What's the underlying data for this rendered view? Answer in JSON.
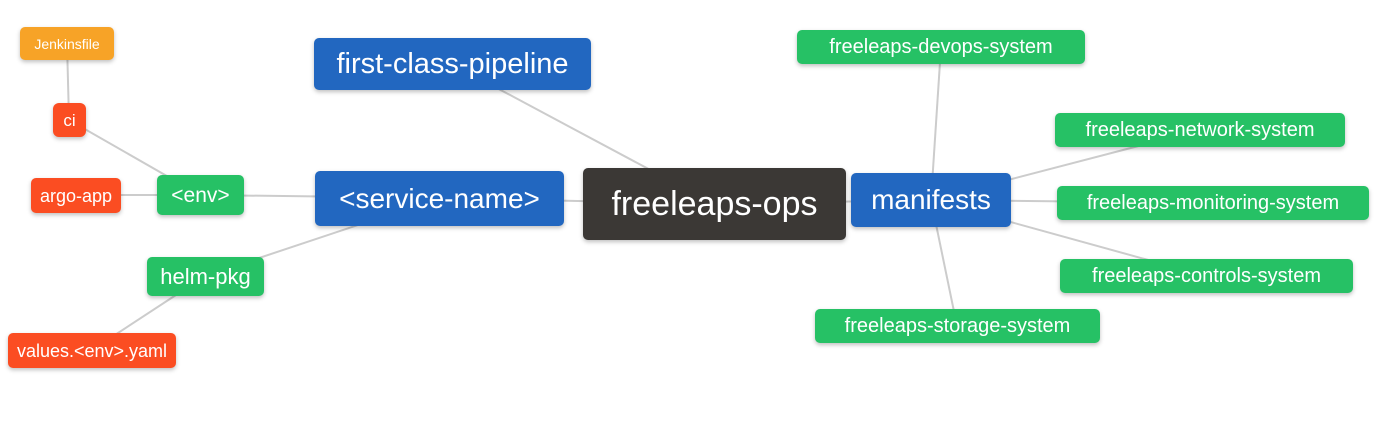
{
  "colors": {
    "green": "#26C165",
    "blue": "#2267C0",
    "dark": "#3B3835",
    "orange": "#F7A327",
    "red": "#FB4D22",
    "line": "#CCCCCC",
    "bg": "#FFFFFF"
  },
  "nodes": {
    "jenkinsfile": {
      "label": "Jenkinsfile",
      "color": "orange"
    },
    "ci": {
      "label": "ci",
      "color": "red"
    },
    "argo_app": {
      "label": "argo-app",
      "color": "red"
    },
    "env": {
      "label": "<env>",
      "color": "green"
    },
    "helm_pkg": {
      "label": "helm-pkg",
      "color": "green"
    },
    "values_yaml": {
      "label": "values.<env>.yaml",
      "color": "red"
    },
    "pipeline": {
      "label": "first-class-pipeline",
      "color": "blue"
    },
    "service_name": {
      "label": "<service-name>",
      "color": "blue"
    },
    "ops": {
      "label": "freeleaps-ops",
      "color": "dark"
    },
    "manifests": {
      "label": "manifests",
      "color": "blue"
    },
    "devops": {
      "label": "freeleaps-devops-system",
      "color": "green"
    },
    "network": {
      "label": "freeleaps-network-system",
      "color": "green"
    },
    "monitoring": {
      "label": "freeleaps-monitoring-system",
      "color": "green"
    },
    "controls": {
      "label": "freeleaps-controls-system",
      "color": "green"
    },
    "storage": {
      "label": "freeleaps-storage-system",
      "color": "green"
    }
  },
  "edges": [
    {
      "from": "jenkinsfile",
      "to": "ci"
    },
    {
      "from": "ci",
      "to": "env"
    },
    {
      "from": "argo_app",
      "to": "env"
    },
    {
      "from": "env",
      "to": "service_name"
    },
    {
      "from": "helm_pkg",
      "to": "service_name"
    },
    {
      "from": "values_yaml",
      "to": "helm_pkg"
    },
    {
      "from": "pipeline",
      "to": "ops"
    },
    {
      "from": "service_name",
      "to": "ops"
    },
    {
      "from": "ops",
      "to": "manifests"
    },
    {
      "from": "manifests",
      "to": "devops"
    },
    {
      "from": "manifests",
      "to": "network"
    },
    {
      "from": "manifests",
      "to": "monitoring"
    },
    {
      "from": "manifests",
      "to": "controls"
    },
    {
      "from": "manifests",
      "to": "storage"
    }
  ]
}
